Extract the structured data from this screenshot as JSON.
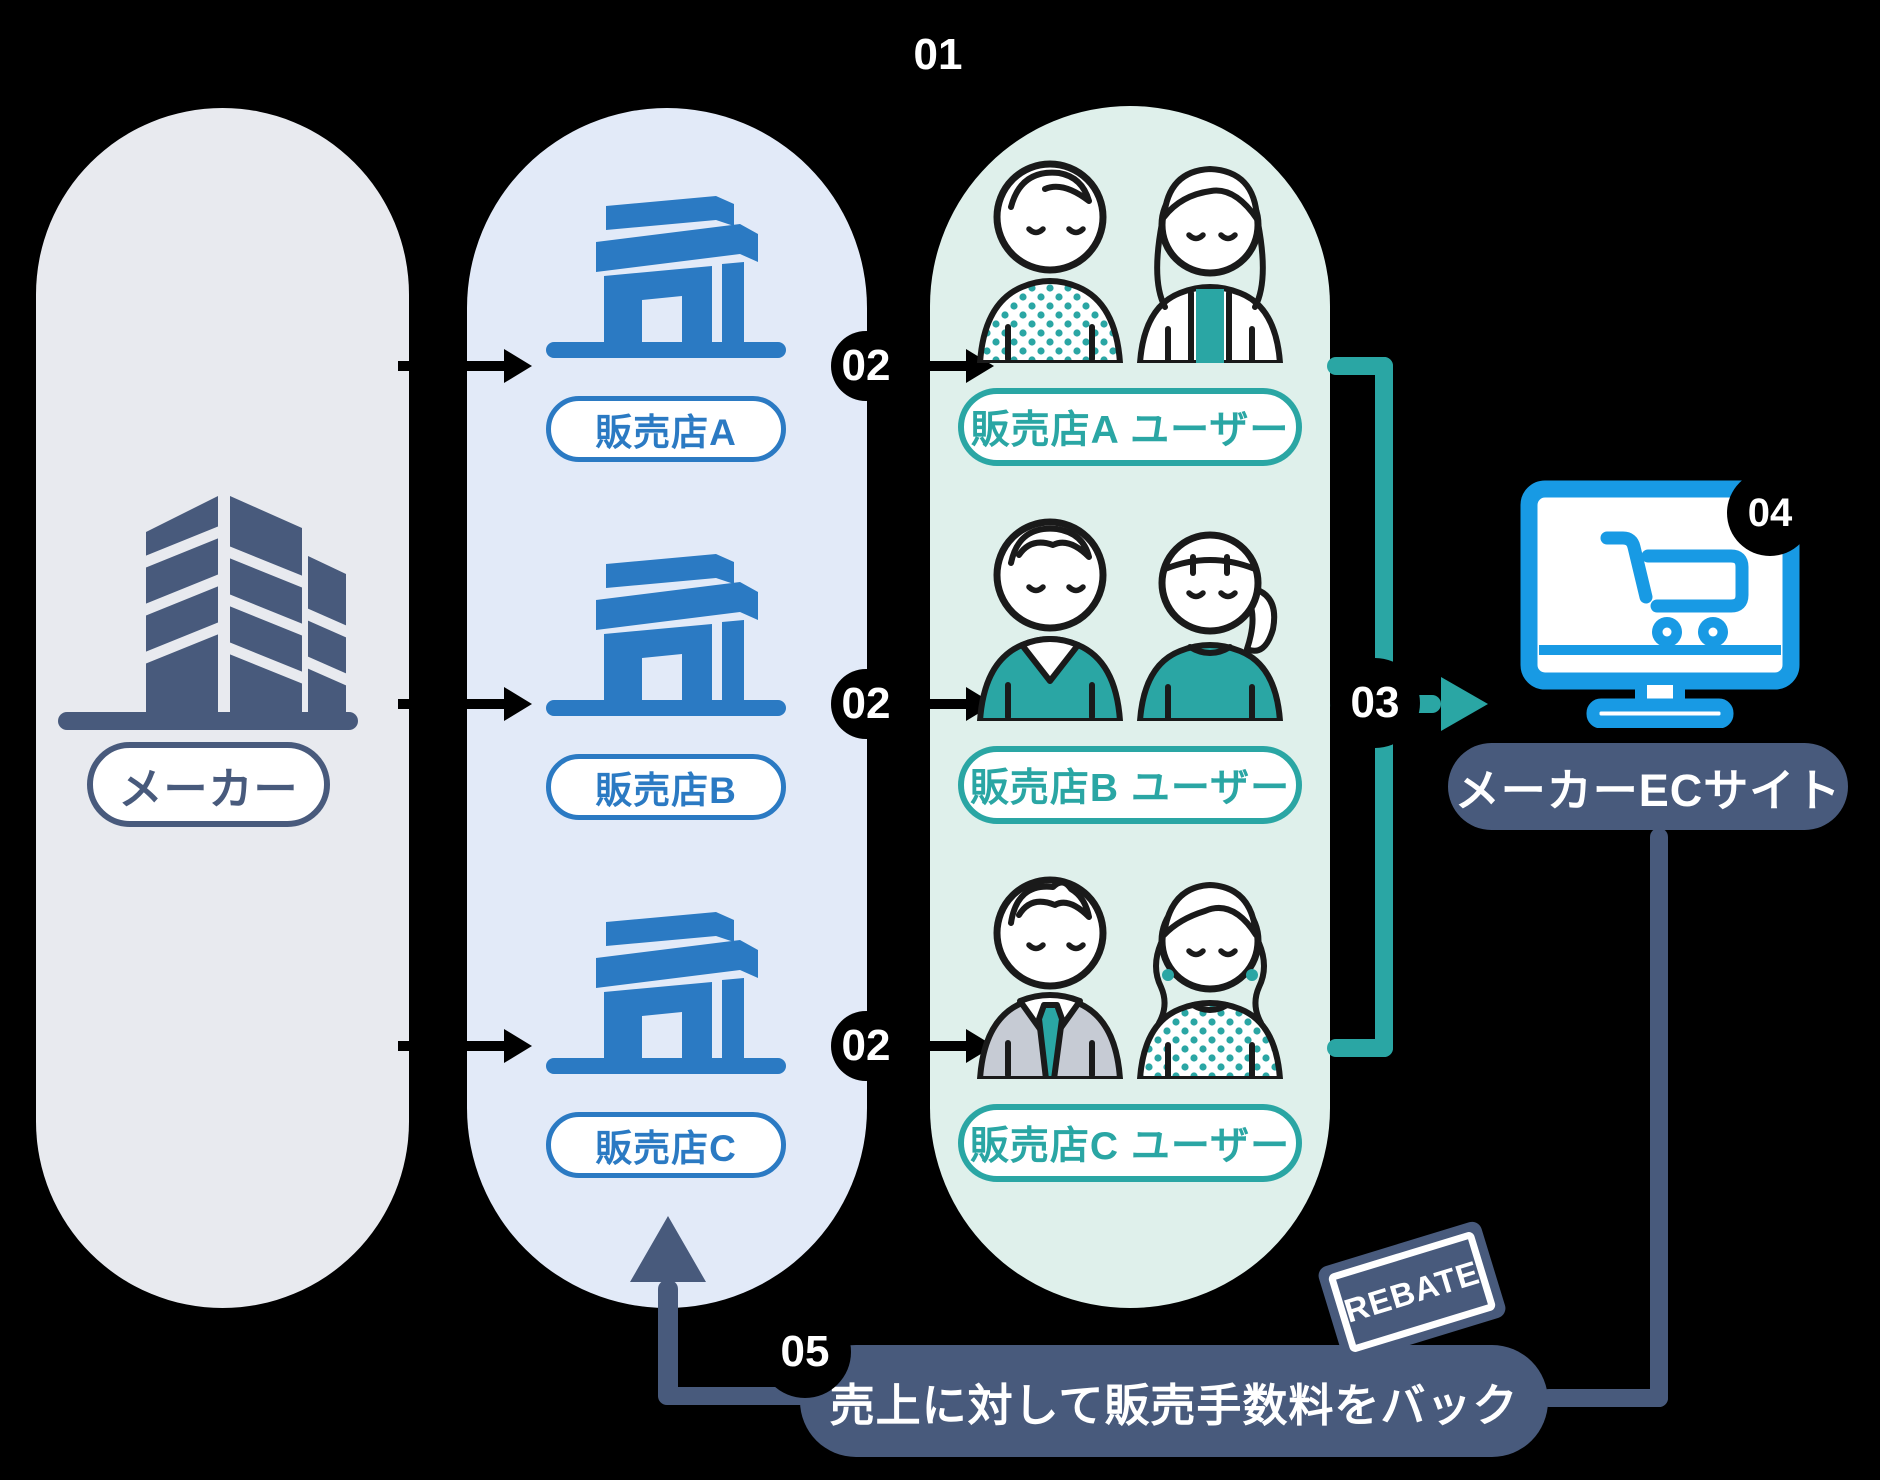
{
  "diagram": {
    "steps": [
      {
        "label": "01"
      },
      {
        "label": "02"
      },
      {
        "label": "03"
      },
      {
        "label": "04"
      },
      {
        "label": "05"
      }
    ],
    "maker": {
      "label": "メーカー"
    },
    "stores": [
      {
        "label": "販売店A"
      },
      {
        "label": "販売店B"
      },
      {
        "label": "販売店C"
      }
    ],
    "users": [
      {
        "label": "販売店A ユーザー"
      },
      {
        "label": "販売店B ユーザー"
      },
      {
        "label": "販売店C ユーザー"
      }
    ],
    "ec_site": {
      "label": "メーカーECサイト"
    },
    "rebate": {
      "stamp": "REBATE",
      "note": "売上に対して販売手数料をバック"
    },
    "colors": {
      "col1_bg": "#E8EAEF",
      "col2_bg": "#E2EAF8",
      "col3_bg": "#DFF0EB",
      "store_blue": "#2B7AC3",
      "teal": "#2AA6A4",
      "navy": "#485A7C",
      "monitor_blue": "#189AE4",
      "badge_bg": "#000000"
    }
  }
}
